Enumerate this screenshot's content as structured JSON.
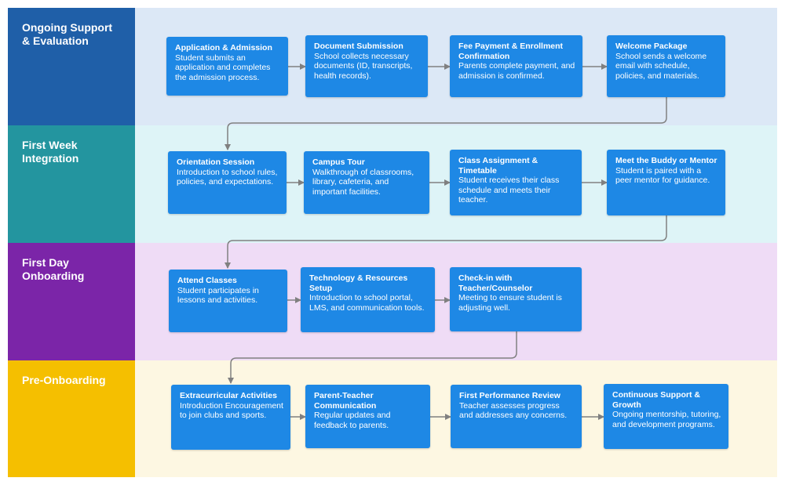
{
  "lanes": [
    {
      "label": "Ongoing Support\n& Evaluation",
      "head_color": "#1f5fa8",
      "body_color": "#dce8f6"
    },
    {
      "label": "First Week\nIntegration",
      "head_color": "#23959f",
      "body_color": "#def4f7"
    },
    {
      "label": "First Day\nOnboarding",
      "head_color": "#7b25a8",
      "body_color": "#efdcf6"
    },
    {
      "label": "Pre-Onboarding",
      "head_color": "#f5bf00",
      "body_color": "#fdf7e2"
    }
  ],
  "steps": [
    {
      "title": "Application & Admission",
      "desc": "Student submits an application and completes the admission process."
    },
    {
      "title": "Document Submission",
      "desc": "School collects necessary documents (ID, transcripts, health records)."
    },
    {
      "title": "Fee Payment & Enrollment Confirmation",
      "desc": "Parents complete payment, and admission is confirmed."
    },
    {
      "title": "Welcome Package",
      "desc": "School sends a welcome email with schedule, policies, and materials."
    },
    {
      "title": "Orientation Session",
      "desc": "Introduction to school rules, policies, and expectations."
    },
    {
      "title": "Campus Tour",
      "desc": "Walkthrough of classrooms, library, cafeteria, and important facilities."
    },
    {
      "title": "Class Assignment & Timetable",
      "desc": "Student receives their class schedule and meets their teacher."
    },
    {
      "title": "Meet the Buddy or Mentor",
      "desc": "Student is paired with a peer mentor for guidance."
    },
    {
      "title": "Attend Classes",
      "desc": "Student participates in lessons and activities."
    },
    {
      "title": "Technology & Resources Setup",
      "desc": "Introduction to school portal, LMS, and communication tools."
    },
    {
      "title": "Check-in with Teacher/Counselor",
      "desc": "Meeting to ensure student is adjusting well."
    },
    {
      "title": "Extracurricular Activities",
      "desc": "Introduction Encouragement to join clubs and sports."
    },
    {
      "title": "Parent-Teacher Communication",
      "desc": "Regular updates and feedback to parents."
    },
    {
      "title": "First Performance Review",
      "desc": "Teacher assesses progress and addresses any concerns."
    },
    {
      "title": "Continuous Support & Growth",
      "desc": "Ongoing mentorship, tutoring, and development programs."
    }
  ],
  "colors": {
    "step_fill": "#1e88e5",
    "connector": "#808080"
  }
}
